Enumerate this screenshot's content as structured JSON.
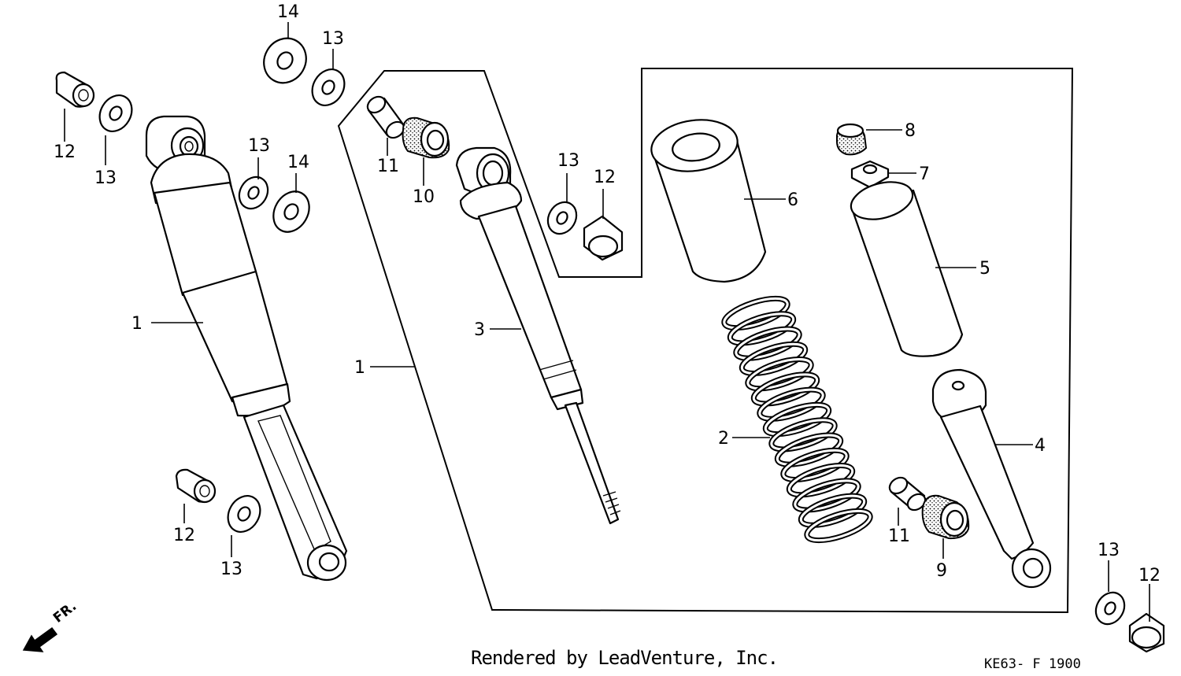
{
  "footer": {
    "credit": "Rendered by LeadVenture, Inc.",
    "diagram_code": "KE63- F 1900"
  },
  "direction_indicator": {
    "label": "FR.",
    "icon": "front-arrow-icon"
  },
  "callouts": [
    {
      "id": "c14a",
      "label": "14"
    },
    {
      "id": "c13a",
      "label": "13"
    },
    {
      "id": "c12a",
      "label": "12"
    },
    {
      "id": "c13b",
      "label": "13"
    },
    {
      "id": "c13c",
      "label": "13"
    },
    {
      "id": "c14b",
      "label": "14"
    },
    {
      "id": "c1a",
      "label": "1"
    },
    {
      "id": "c12b",
      "label": "12"
    },
    {
      "id": "c13d",
      "label": "13"
    },
    {
      "id": "c11a",
      "label": "11"
    },
    {
      "id": "c10",
      "label": "10"
    },
    {
      "id": "c1b",
      "label": "1"
    },
    {
      "id": "c3",
      "label": "3"
    },
    {
      "id": "c13e",
      "label": "13"
    },
    {
      "id": "c12c",
      "label": "12"
    },
    {
      "id": "c6",
      "label": "6"
    },
    {
      "id": "c8",
      "label": "8"
    },
    {
      "id": "c7",
      "label": "7"
    },
    {
      "id": "c5",
      "label": "5"
    },
    {
      "id": "c2",
      "label": "2"
    },
    {
      "id": "c4",
      "label": "4"
    },
    {
      "id": "c11b",
      "label": "11"
    },
    {
      "id": "c9",
      "label": "9"
    },
    {
      "id": "c13f",
      "label": "13"
    },
    {
      "id": "c12d",
      "label": "12"
    }
  ]
}
